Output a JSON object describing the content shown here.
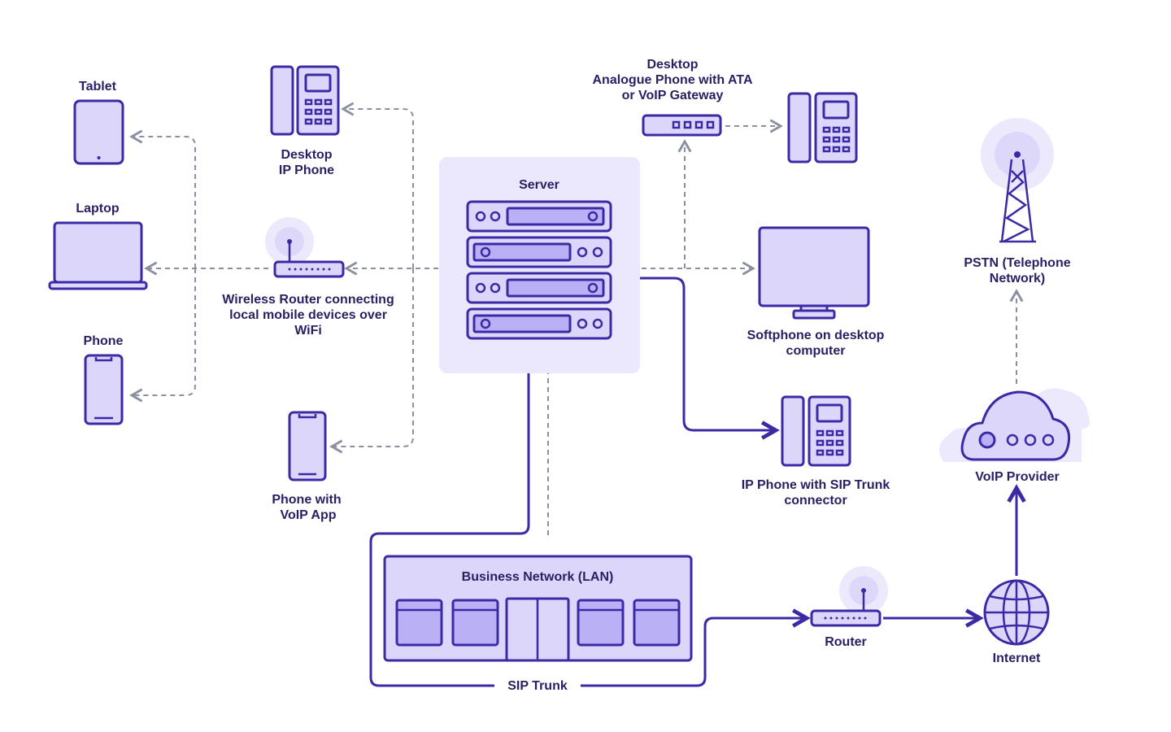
{
  "labels": {
    "tablet": "Tablet",
    "laptop": "Laptop",
    "phone": "Phone",
    "desktop_ip_phone_1": "Desktop",
    "desktop_ip_phone_2": "IP Phone",
    "wireless_router_1": "Wireless Router connecting",
    "wireless_router_2": "local mobile devices over",
    "wireless_router_3": "WiFi",
    "phone_voip_1": "Phone with",
    "phone_voip_2": "VoIP App",
    "server": "Server",
    "analogue_1": "Desktop",
    "analogue_2": "Analogue Phone with ATA",
    "analogue_3": "or VoIP Gateway",
    "softphone_1": "Softphone on desktop",
    "softphone_2": "computer",
    "sip_phone_1": "IP Phone with SIP Trunk",
    "sip_phone_2": "connector",
    "pstn_1": "PSTN (Telephone",
    "pstn_2": "Network)",
    "voip_provider": "VoIP Provider",
    "lan": "Business Network (LAN)",
    "sip_trunk": "SIP Trunk",
    "router": "Router",
    "internet": "Internet"
  },
  "colors": {
    "ink": "#3b2aa6",
    "fill_light": "#dcd6fb",
    "fill_mid": "#b9b0f5",
    "panel": "#ebe8fd",
    "dashed_connector": "#8b90a1",
    "label_text": "#2a1f63"
  },
  "icons": [
    "tablet-icon",
    "laptop-icon",
    "smartphone-icon",
    "desk-phone-icon",
    "wireless-router-icon",
    "server-rack-icon",
    "ata-gateway-icon",
    "desktop-monitor-icon",
    "cell-tower-icon",
    "cloud-icon",
    "globe-icon",
    "router-icon",
    "network-lan-icon"
  ]
}
